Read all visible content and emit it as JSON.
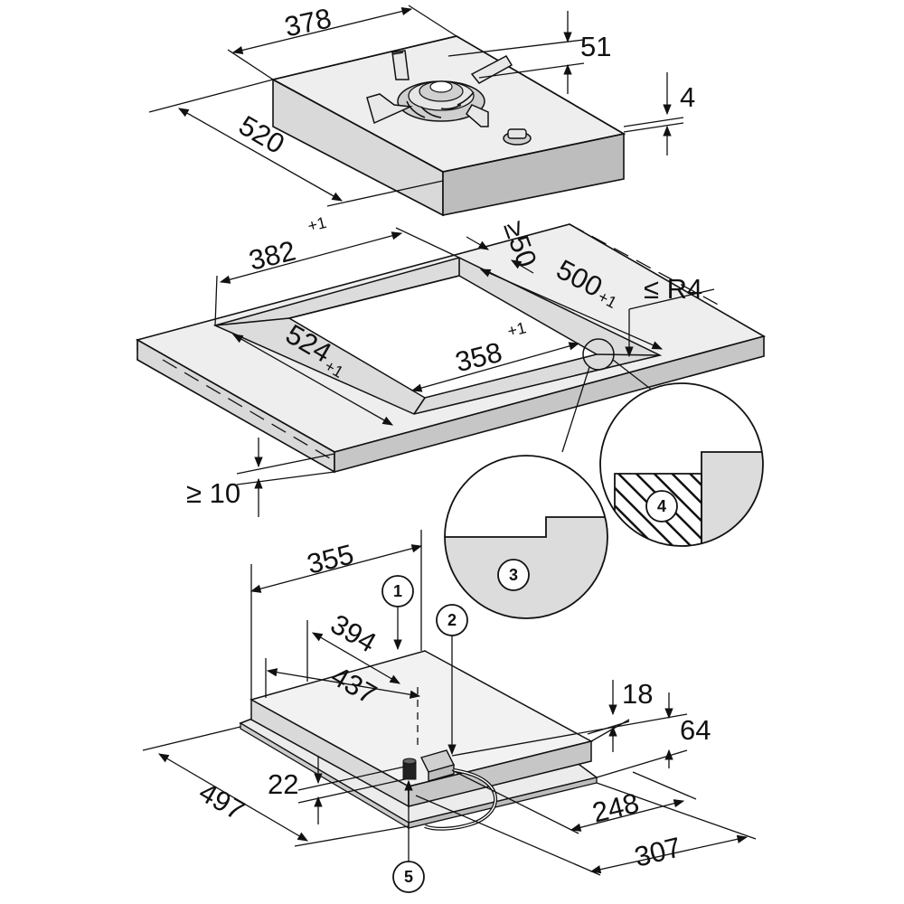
{
  "colors": {
    "surface_light": "#eeeeee",
    "surface_mid": "#d9d9d9",
    "surface_dark": "#bdbdbd",
    "line": "#111111"
  },
  "dimensions": {
    "cooktop": {
      "width": "378",
      "depth": "520",
      "burner_height": "51",
      "glass_thickness": "4"
    },
    "cutout": {
      "width": "382",
      "width_tol": "+1",
      "back_clearance": "≥50",
      "depth": "500",
      "depth_tol": "+1",
      "corner_radius": "≤ R4",
      "rebate_depth": "524",
      "rebate_depth_tol": "+1",
      "inner_width": "358",
      "inner_width_tol": "+1",
      "min_thickness": "≥ 10"
    },
    "underside": {
      "housing_width": "355",
      "d394": "394",
      "d437": "437",
      "d18": "18",
      "d64": "64",
      "d22": "22",
      "d248": "248",
      "d307": "307",
      "d497": "497"
    }
  },
  "callouts": [
    "1",
    "2",
    "3",
    "4",
    "5"
  ]
}
